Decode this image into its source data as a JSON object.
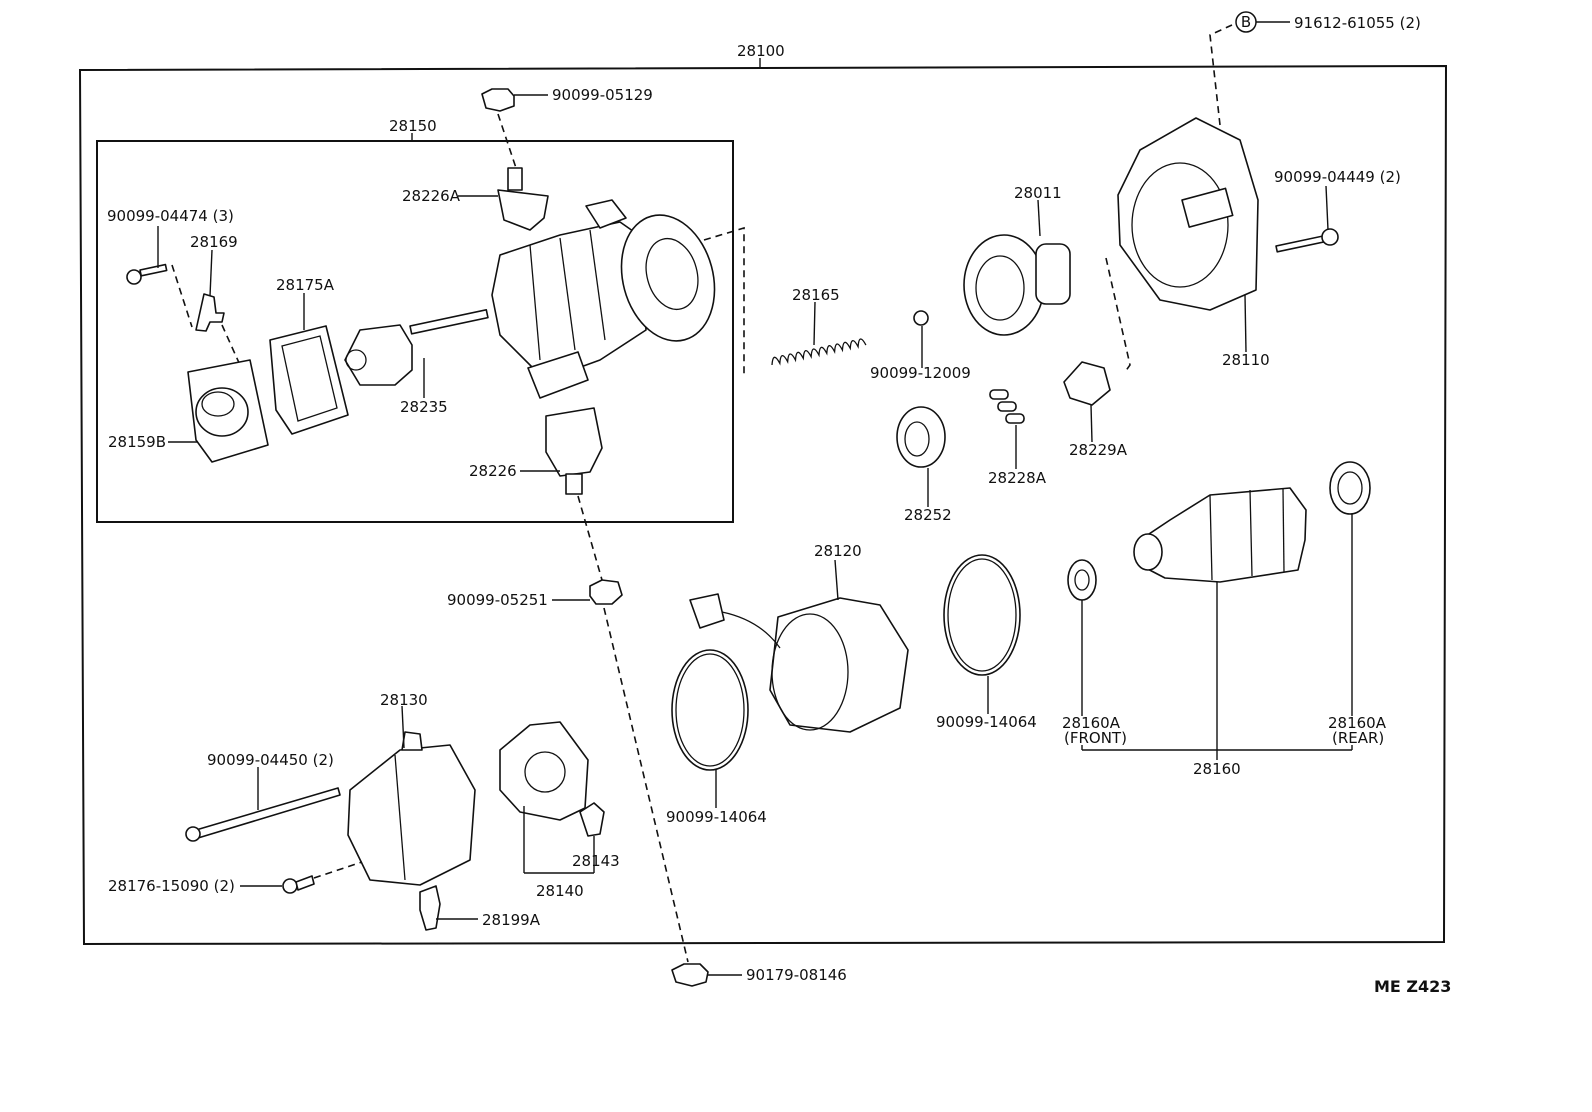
{
  "diagram": {
    "labels": {
      "assembly": "28100",
      "bolt_b": "91612-61055 (2)",
      "b_marker": "B",
      "nut_top": "90099-05129",
      "sub_assembly": "28150",
      "terminal_a": "28226A",
      "bolt_3": "90099-04474 (3)",
      "clip": "28169",
      "gasket": "28175A",
      "plunger": "28235",
      "cover": "28159B",
      "terminal": "28226",
      "clutch": "28011",
      "spring": "28165",
      "ball": "90099-12009",
      "housing": "28110",
      "bolt_2": "90099-04449 (2)",
      "retainer": "28229A",
      "rollers": "28228A",
      "idler_gear": "28252",
      "nut_mid": "90099-05251",
      "yoke": "28120",
      "oring_right": "90099-14064",
      "bearing_front": "28160A",
      "bearing_front_note": "(FRONT)",
      "bearing_rear": "28160A",
      "bearing_rear_note": "(REAR)",
      "armature": "28160",
      "end_frame": "28130",
      "through_bolt": "90099-04450 (2)",
      "brush_holder": "28140",
      "brush": "28143",
      "screw": "28176-15090 (2)",
      "grommet": "28199A",
      "oring_left": "90099-14064",
      "nut_bottom": "90179-08146",
      "ref_code": "ME Z423"
    }
  }
}
